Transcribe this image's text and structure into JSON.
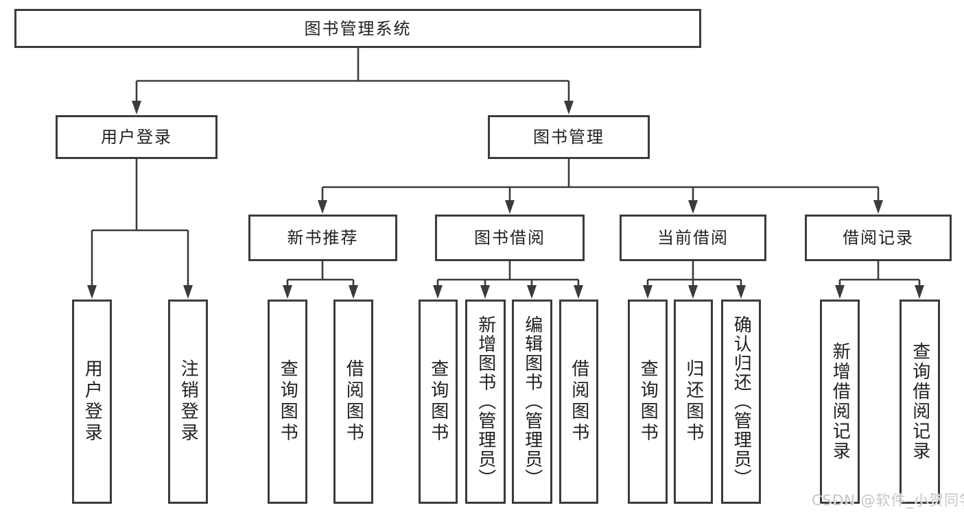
{
  "diagram": {
    "title": "图书管理系统",
    "nodes": {
      "root": "图书管理系统",
      "user_login": "用户登录",
      "book_mgmt": "图书管理",
      "new_book": "新书推荐",
      "book_borrow": "图书借阅",
      "current_borrow": "当前借阅",
      "borrow_record": "借阅记录",
      "leaf_user_login": "用户登录",
      "leaf_logout": "注销登录",
      "leaf_nb_query": "查询图书",
      "leaf_nb_borrow": "借阅图书",
      "leaf_bb_query": "查询图书",
      "leaf_bb_add": "新增图书（管理员）",
      "leaf_bb_edit": "编辑图书（管理员）",
      "leaf_bb_borrow": "借阅图书",
      "leaf_cb_query": "查询图书",
      "leaf_cb_return": "归还图书",
      "leaf_cb_confirm": "确认归还（管理员）",
      "leaf_br_add": "新增借阅记录",
      "leaf_br_query": "查询借阅记录"
    },
    "colors": {
      "line": "#3b3b3b",
      "text": "#1f1f1f",
      "watermark": "#c6c6c6"
    }
  },
  "watermark": "CSDN @软件_小贺同学"
}
